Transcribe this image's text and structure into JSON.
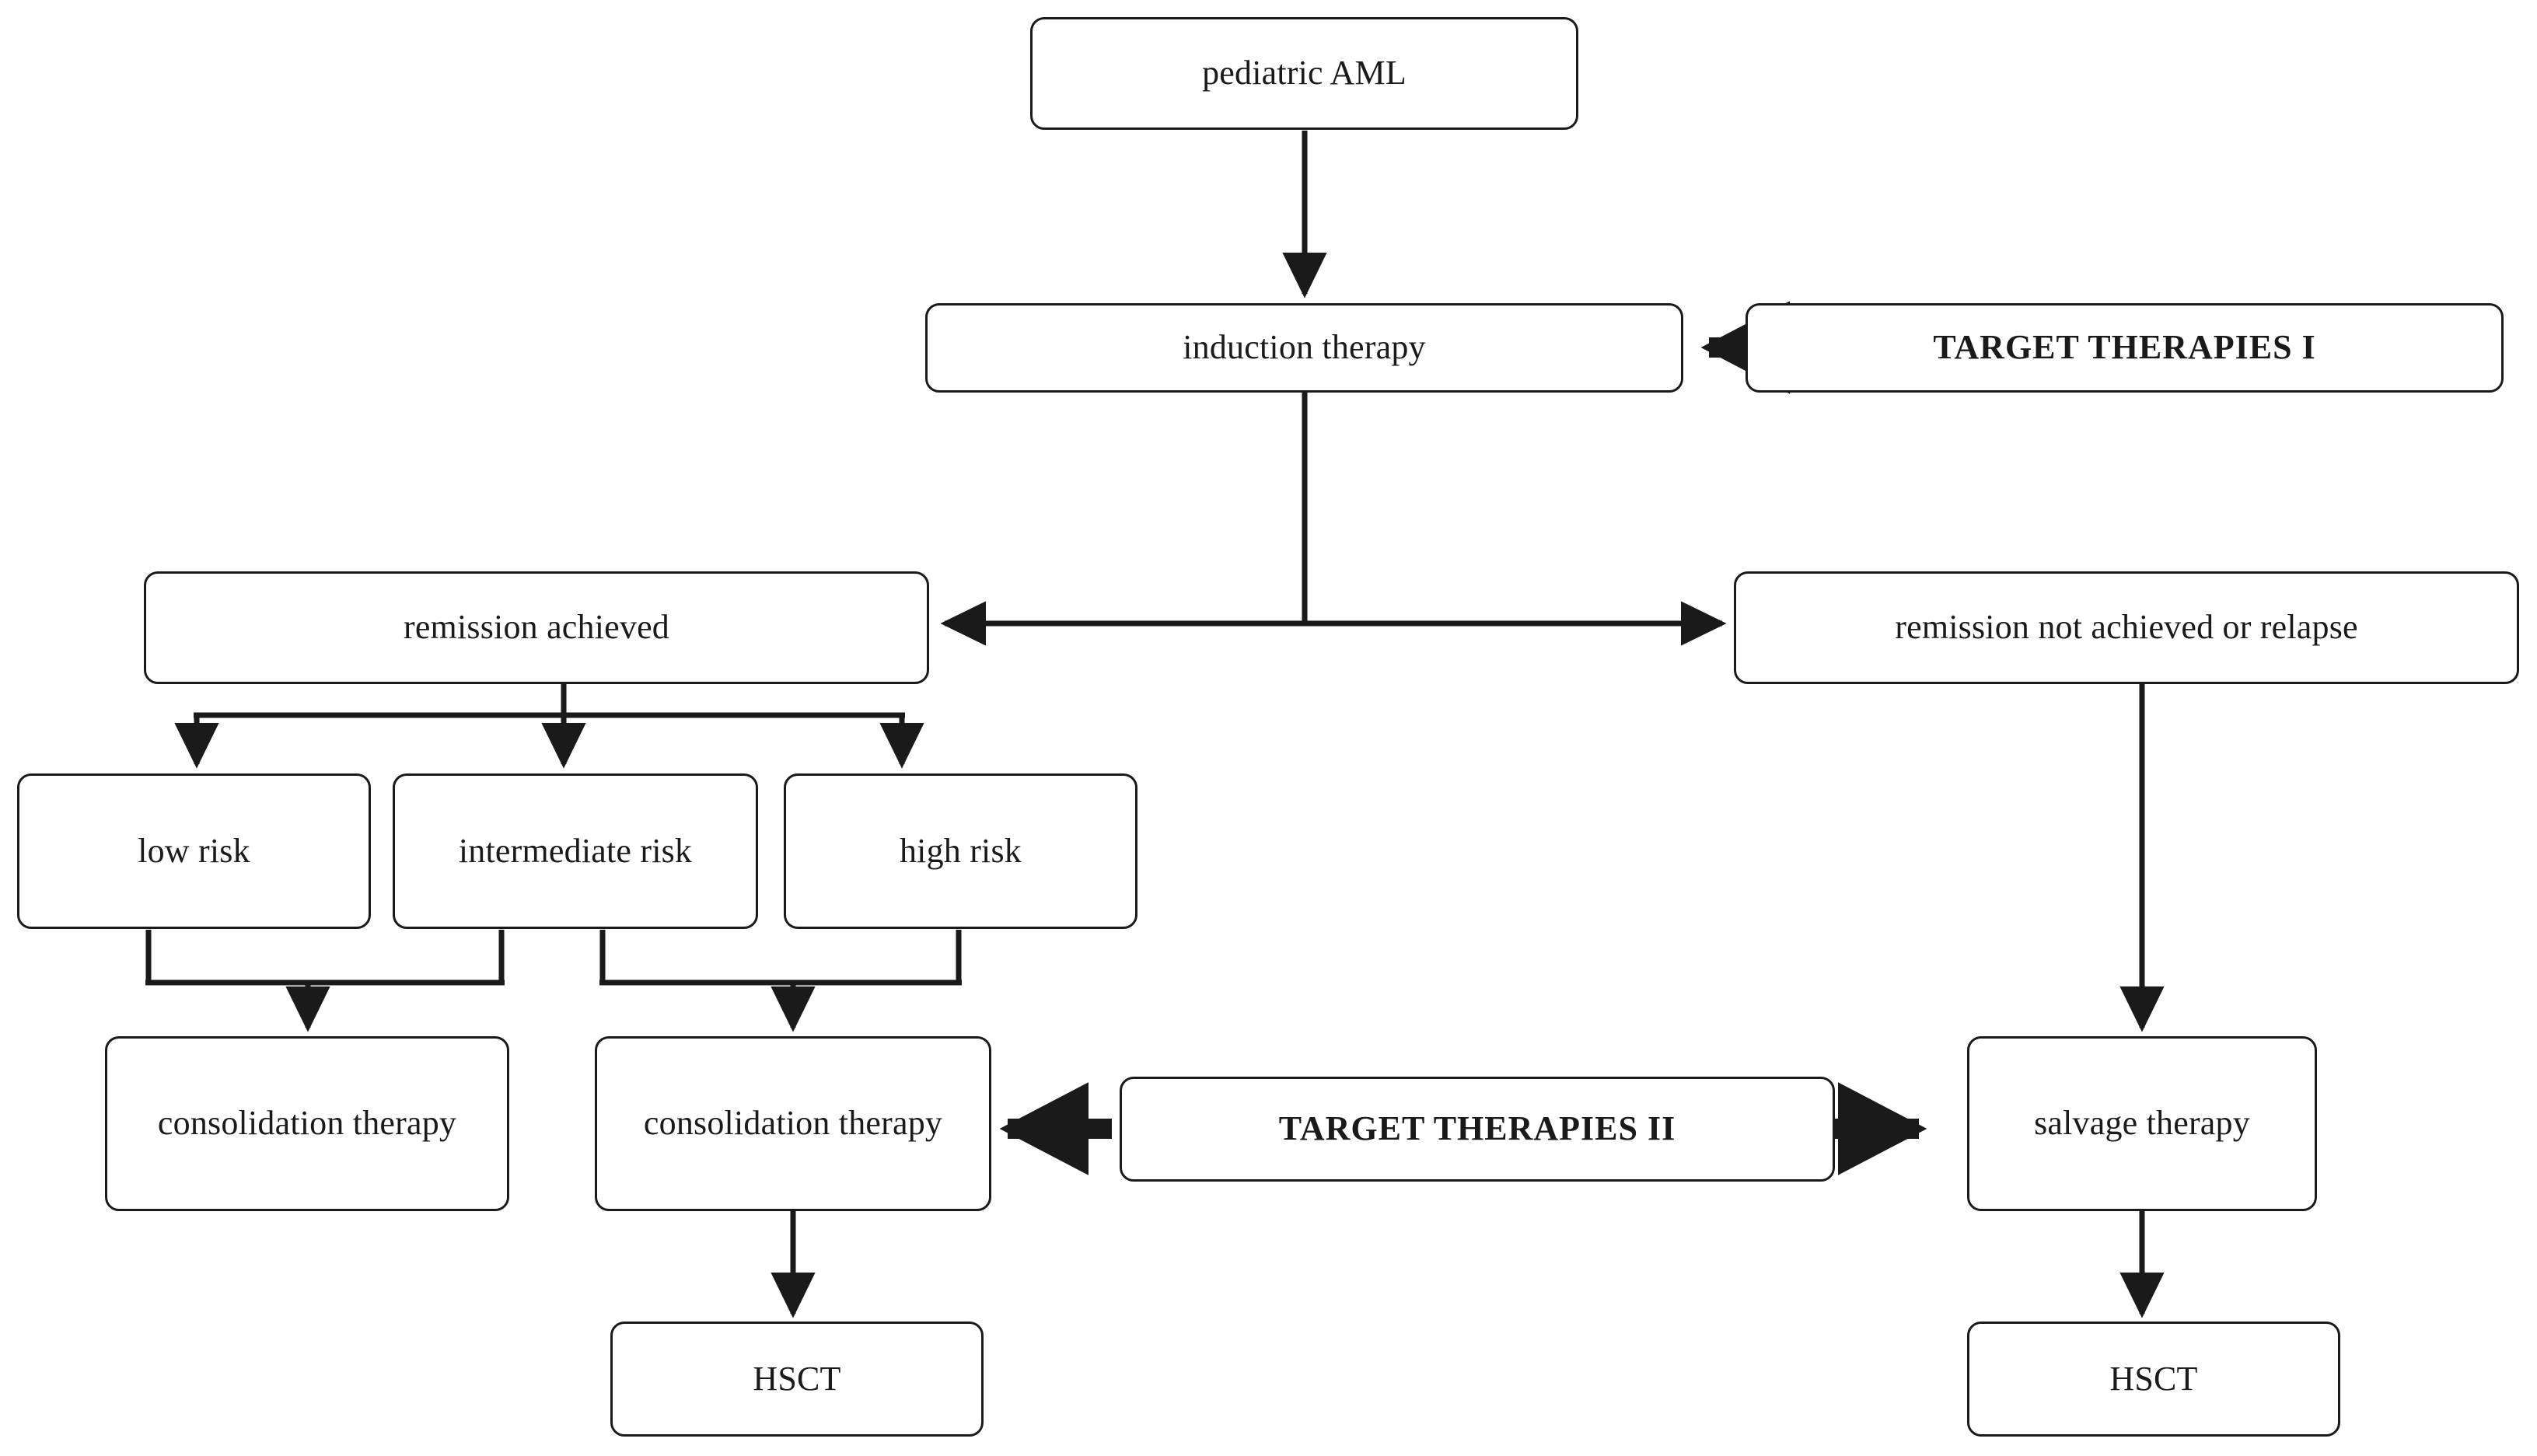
{
  "figure": {
    "title": "Pediatric AML treatment pathway with target therapies",
    "type": "flowchart",
    "background_color": "#ffffff",
    "stroke_color": "#1a1a1a"
  },
  "nodes": {
    "pediatric_aml": {
      "label": "pediatric AML"
    },
    "induction_therapy": {
      "label": "induction therapy"
    },
    "target_therapies_1": {
      "label": "TARGET THERAPIES I"
    },
    "remission_achieved": {
      "label": "remission achieved"
    },
    "remission_not_achieved": {
      "label": "remission not achieved or relapse"
    },
    "low_risk": {
      "label": "low risk"
    },
    "intermediate_risk": {
      "label": "intermediate risk"
    },
    "high_risk": {
      "label": "high risk"
    },
    "consolidation_therapy_left": {
      "label": "consolidation therapy"
    },
    "consolidation_therapy_right": {
      "label": "consolidation therapy"
    },
    "target_therapies_2": {
      "label": "TARGET THERAPIES II"
    },
    "salvage_therapy": {
      "label": "salvage therapy"
    },
    "hsct_left": {
      "label": "HSCT"
    },
    "hsct_right": {
      "label": "HSCT"
    }
  },
  "edges": [
    {
      "from": "pediatric_aml",
      "to": "induction_therapy",
      "style": "thin-arrow"
    },
    {
      "from": "target_therapies_1",
      "to": "induction_therapy",
      "style": "thick-arrow"
    },
    {
      "from": "induction_therapy",
      "to": "remission_achieved",
      "style": "thin-arrow"
    },
    {
      "from": "induction_therapy",
      "to": "remission_not_achieved",
      "style": "thin-arrow"
    },
    {
      "from": "remission_achieved",
      "to": "low_risk",
      "style": "thin-arrow"
    },
    {
      "from": "remission_achieved",
      "to": "intermediate_risk",
      "style": "thin-arrow"
    },
    {
      "from": "remission_achieved",
      "to": "high_risk",
      "style": "thin-arrow"
    },
    {
      "from": "low_risk",
      "to": "consolidation_therapy_left",
      "style": "thin-arrow"
    },
    {
      "from": "intermediate_risk",
      "to": "consolidation_therapy_left",
      "style": "thin-arrow"
    },
    {
      "from": "intermediate_risk",
      "to": "consolidation_therapy_right",
      "style": "thin-arrow"
    },
    {
      "from": "high_risk",
      "to": "consolidation_therapy_right",
      "style": "thin-arrow"
    },
    {
      "from": "consolidation_therapy_right",
      "to": "hsct_left",
      "style": "thin-arrow"
    },
    {
      "from": "target_therapies_2",
      "to": "consolidation_therapy_right",
      "style": "thick-arrow"
    },
    {
      "from": "target_therapies_2",
      "to": "salvage_therapy",
      "style": "thick-arrow"
    },
    {
      "from": "remission_not_achieved",
      "to": "salvage_therapy",
      "style": "thin-arrow"
    },
    {
      "from": "salvage_therapy",
      "to": "hsct_right",
      "style": "thin-arrow"
    }
  ]
}
